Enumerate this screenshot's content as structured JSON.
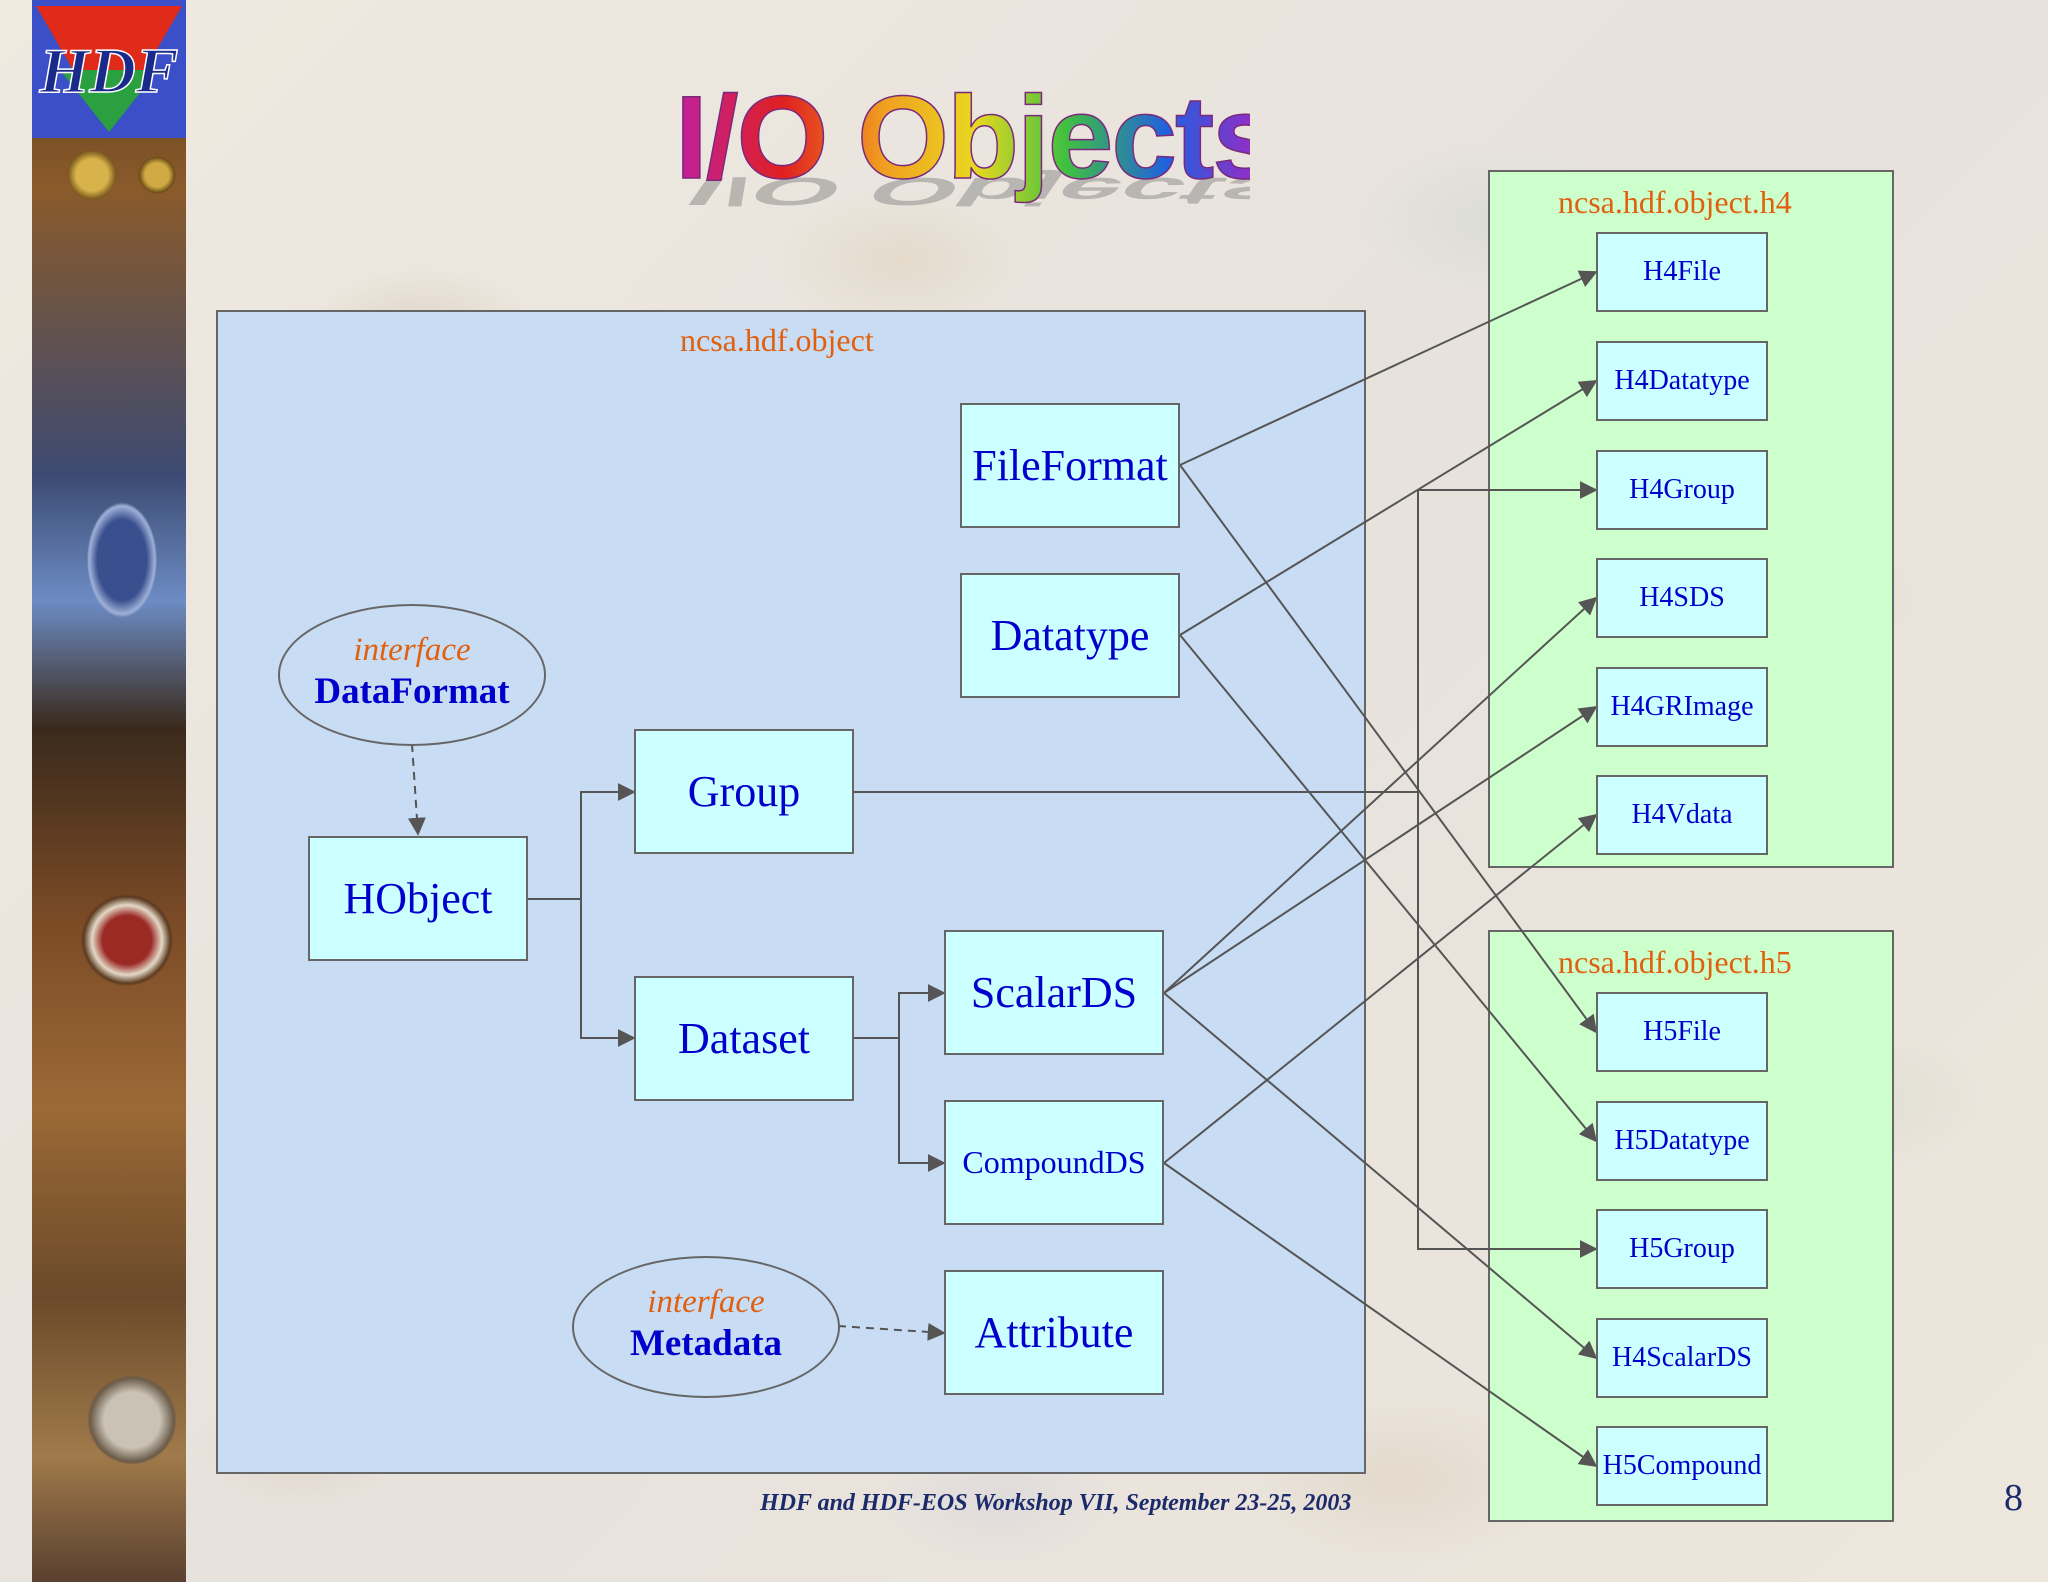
{
  "slide": {
    "title": "I/O Objects",
    "footer": "HDF and HDF-EOS Workshop VII, September 23-25, 2003",
    "page_number": "8",
    "logo_text": "HDF"
  },
  "packages": {
    "core": "ncsa.hdf.object",
    "h4": "ncsa.hdf.object.h4",
    "h5": "ncsa.hdf.object.h5"
  },
  "core_nodes": {
    "fileformat": "FileFormat",
    "datatype": "Datatype",
    "group": "Group",
    "hobject": "HObject",
    "dataset": "Dataset",
    "scalards": "ScalarDS",
    "compoundds": "CompoundDS",
    "attribute": "Attribute"
  },
  "interfaces": {
    "dataformat": {
      "keyword": "interface",
      "name": "DataFormat"
    },
    "metadata": {
      "keyword": "interface",
      "name": "Metadata"
    }
  },
  "h4_nodes": [
    "H4File",
    "H4Datatype",
    "H4Group",
    "H4SDS",
    "H4GRImage",
    "H4Vdata"
  ],
  "h5_nodes": [
    "H5File",
    "H5Datatype",
    "H5Group",
    "H4ScalarDS",
    "H5Compound"
  ],
  "colors": {
    "core_bg": "#c8dcf4",
    "h_bg": "#ccffcc",
    "node_bg": "#ccffff",
    "node_text": "#0000cc",
    "package_text": "#e06010",
    "line": "#555555"
  }
}
